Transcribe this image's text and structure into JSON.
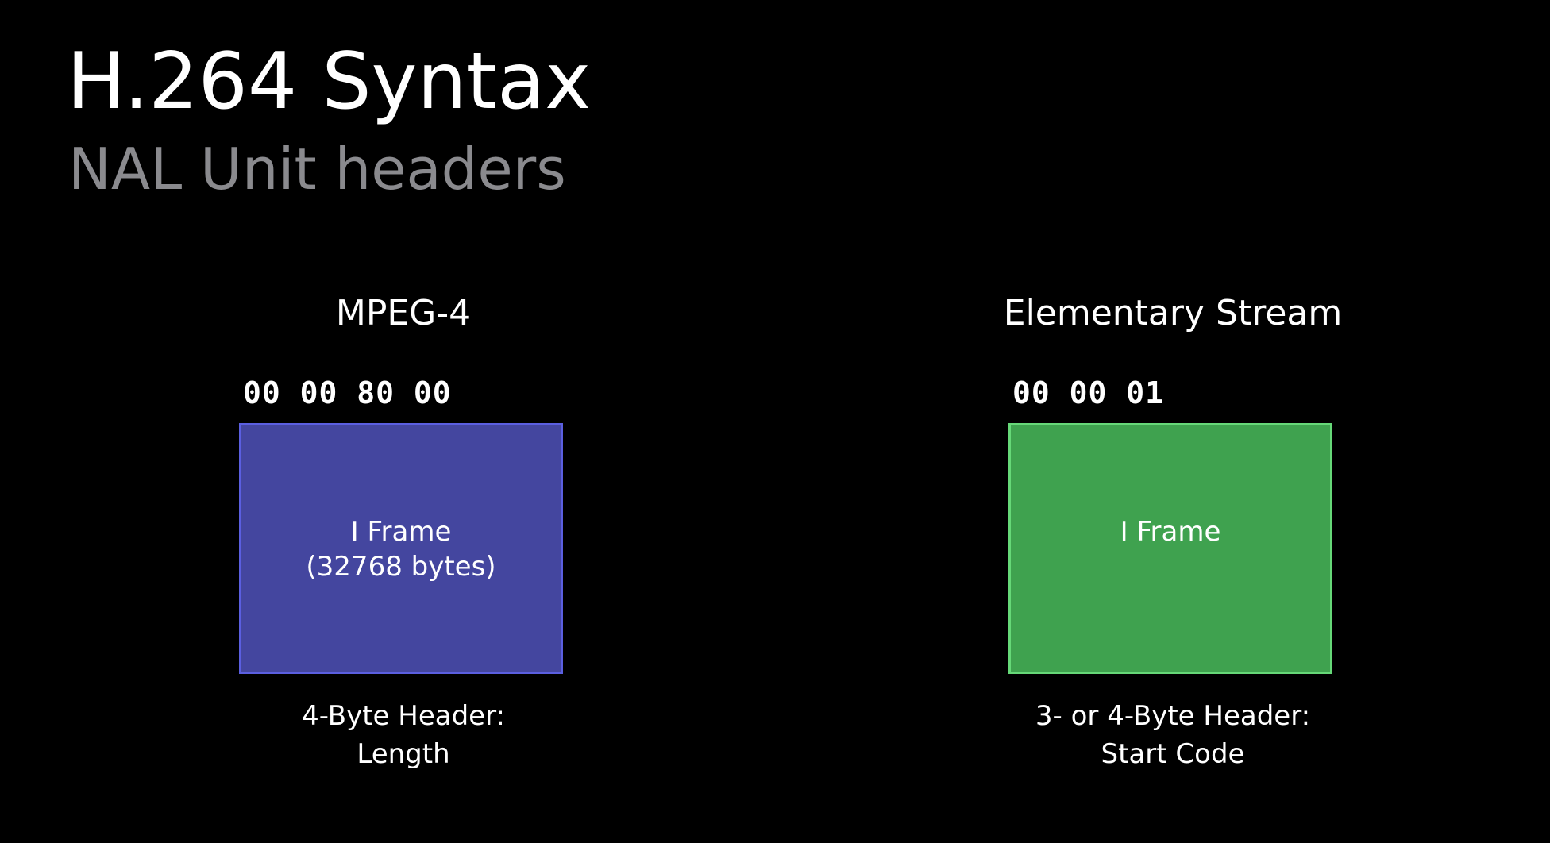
{
  "title": "H.264 Syntax",
  "subtitle": "NAL Unit headers",
  "colors": {
    "background": "#000000",
    "subtitle": "#8a8a8e",
    "mpeg4_box_fill": "#44469f",
    "mpeg4_box_border": "#5b5fe0",
    "es_box_fill": "#3fa24f",
    "es_box_border": "#66d878"
  },
  "mpeg4": {
    "heading": "MPEG-4",
    "bytes": "00 00 80 00",
    "frame_line1": "I Frame",
    "frame_line2": "(32768 bytes)",
    "caption_line1": "4-Byte Header:",
    "caption_line2": "Length"
  },
  "elementary_stream": {
    "heading": "Elementary Stream",
    "bytes": "00 00 01",
    "frame_line1": "I Frame",
    "caption_line1": "3- or 4-Byte Header:",
    "caption_line2": "Start Code"
  }
}
